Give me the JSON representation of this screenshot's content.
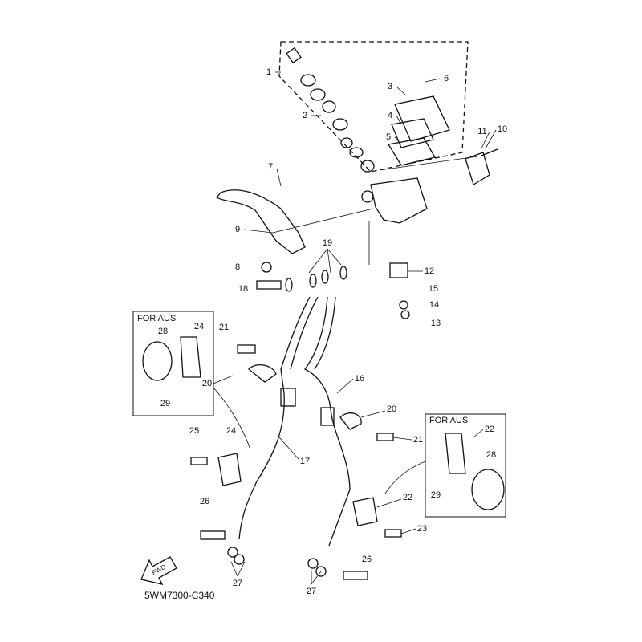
{
  "diagram": {
    "drawing_code": "5WM7300-C340",
    "fwd_arrow_text": "FWD",
    "inset_title": "FOR AUS",
    "callouts": [
      "1",
      "2",
      "3",
      "4",
      "5",
      "6",
      "7",
      "8",
      "9",
      "10",
      "11",
      "12",
      "13",
      "14",
      "15",
      "16",
      "17",
      "18",
      "19",
      "20",
      "20",
      "21",
      "21",
      "22",
      "22",
      "23",
      "24",
      "24",
      "25",
      "26",
      "26",
      "27",
      "27",
      "28",
      "28",
      "29",
      "29"
    ]
  }
}
